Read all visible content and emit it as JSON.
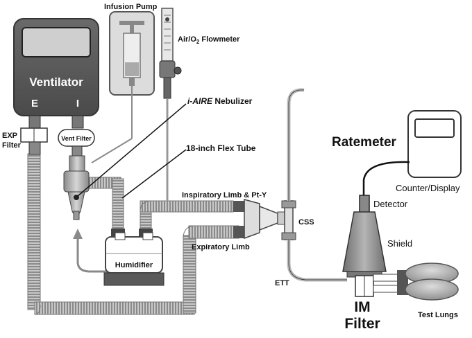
{
  "labels": {
    "infusion_pump": "Infusion Pump",
    "flowmeter_main": "Air/O",
    "flowmeter_sub": "2",
    "flowmeter_tail": " Flowmeter",
    "ventilator": "Ventilator",
    "port_e": "E",
    "port_i": "I",
    "exp_filter_1": "EXP",
    "exp_filter_2": "Filter",
    "vent_filter": "Vent Filter",
    "nebulizer_brand": "i-AIRE",
    "nebulizer_word": " Nebulizer",
    "flex_tube": "18-inch Flex Tube",
    "insp_limb": "Inspiratory Limb & Pt-Y",
    "exp_limb": "Expiratory Limb",
    "humidifier": "Humidifier",
    "css": "CSS",
    "ett": "ETT",
    "ratemeter": "Ratemeter",
    "counter_display": "Counter/Display",
    "detector": "Detector",
    "shield": "Shield",
    "im": "IM",
    "filter": "Filter",
    "test_lungs": "Test Lungs"
  }
}
